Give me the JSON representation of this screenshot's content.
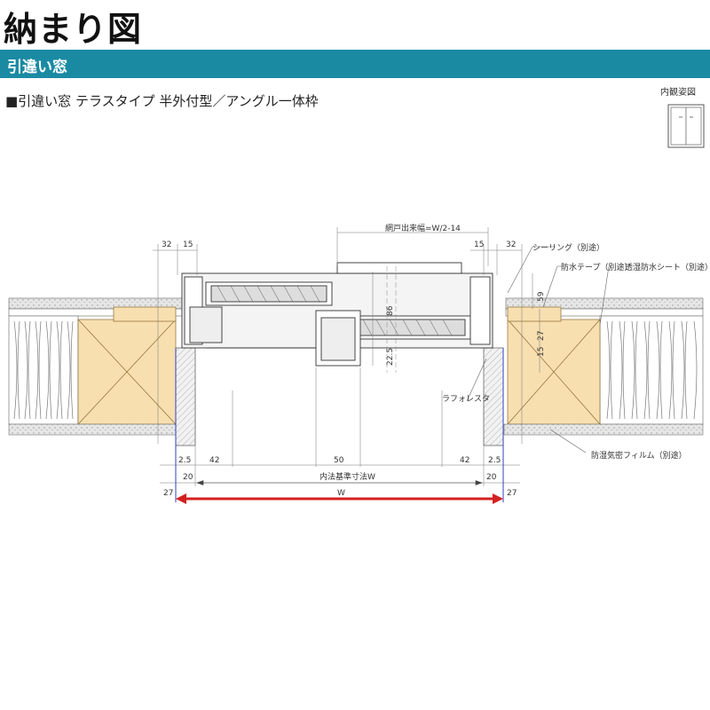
{
  "page_title": "納まり図",
  "section_label": "引違い窓",
  "caption": "■引違い窓 テラスタイプ 半外付型／アングル一体枠",
  "inner_view_label": "内観姿図",
  "callouts": {
    "sealing": "シーリング（別途）",
    "waterproof_tape": "防水テープ（別途）",
    "breathable_sheet": "透湿防水シート（別途）",
    "lath": "ラフォレスタ",
    "vapor_film": "防湿気密フィルム（別途）",
    "screen_width": "網戸出来幅=W/2-14",
    "inner_std": "内法基準寸法W",
    "overall_w": "W"
  },
  "dimensions": {
    "d32_left": "32",
    "d15_left": "15",
    "d15_right": "15",
    "d32_right": "32",
    "d86": "86",
    "d22_5": "22.5",
    "d59": "59",
    "d27_v": "27",
    "d15_v": "15",
    "d2_5_left": "2.5",
    "d42_left": "42",
    "d50": "50",
    "d42_right": "42",
    "d2_5_right": "2.5",
    "d20_left": "20",
    "d20_right": "20",
    "d27_left": "27",
    "d27_right": "27"
  },
  "colors": {
    "band": "#1a8aa3",
    "wood": "#f7dfb0",
    "red_arrow": "#d42020",
    "blue_line": "#3040c0"
  }
}
